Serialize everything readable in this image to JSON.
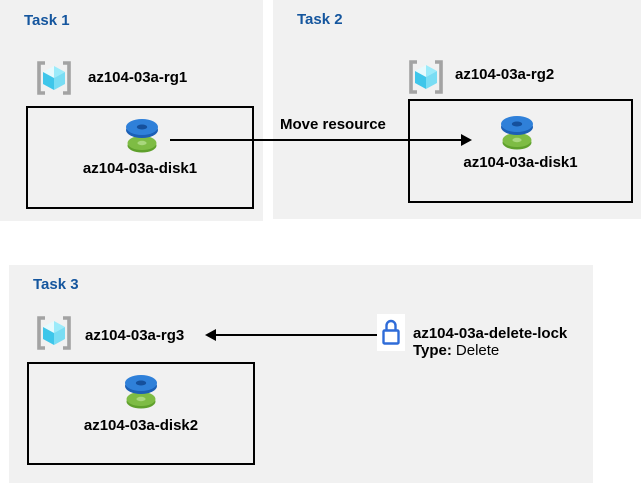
{
  "colors": {
    "panel_bg": "#f1f1f1",
    "title_blue": "#15569e",
    "text_black": "#000000",
    "box_border": "#000000",
    "arrow_black": "#000000",
    "lock_blue": "#2f6cd8",
    "bracket_gray": "#a3a3a3",
    "cube_top_left": "#e6fafd",
    "cube_top_right": "#9bebfa",
    "cube_left": "#3ec6ea",
    "cube_right": "#79ddf4",
    "disk_blue_face": "#2f80d9",
    "disk_blue_rim": "#1c5fb5",
    "disk_blue_hole": "#15509c",
    "disk_green_face": "#7ebc44",
    "disk_green_rim": "#5fa02c",
    "disk_green_hole": "#a9d77d"
  },
  "icons": {
    "resource_group": "resource-group-icon",
    "disk": "managed-disk-icon",
    "lock": "lock-icon",
    "arrow": "arrowhead-icon"
  },
  "tasks": {
    "task1": {
      "title": "Task 1",
      "rg": "az104-03a-rg1",
      "disk": "az104-03a-disk1"
    },
    "task2": {
      "title": "Task 2",
      "rg": "az104-03a-rg2",
      "disk": "az104-03a-disk1"
    },
    "task3": {
      "title": "Task 3",
      "rg": "az104-03a-rg3",
      "disk": "az104-03a-disk2",
      "lock_name": "az104-03a-delete-lock",
      "lock_type_label": "Type:",
      "lock_type_value": "Delete"
    }
  },
  "arrows": {
    "move_label": "Move resource"
  }
}
